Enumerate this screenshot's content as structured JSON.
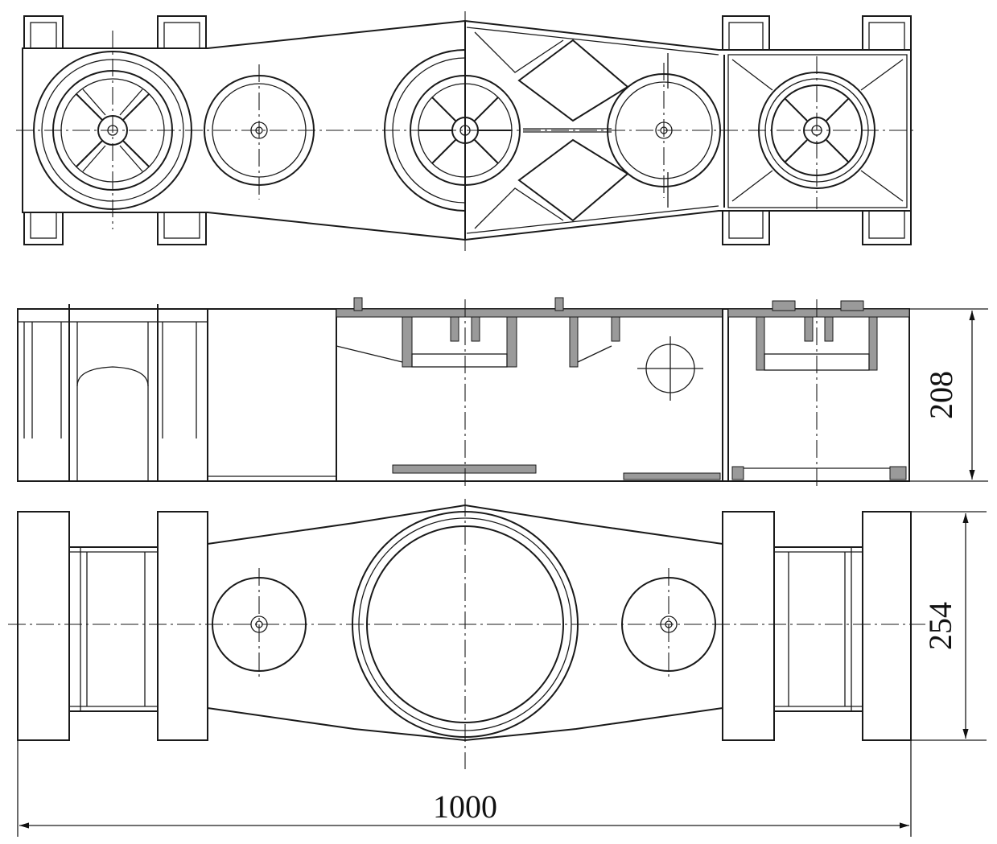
{
  "drawing": {
    "dimensions": {
      "overall_length": "1000",
      "side_height": "208",
      "bottom_width": "254"
    }
  }
}
